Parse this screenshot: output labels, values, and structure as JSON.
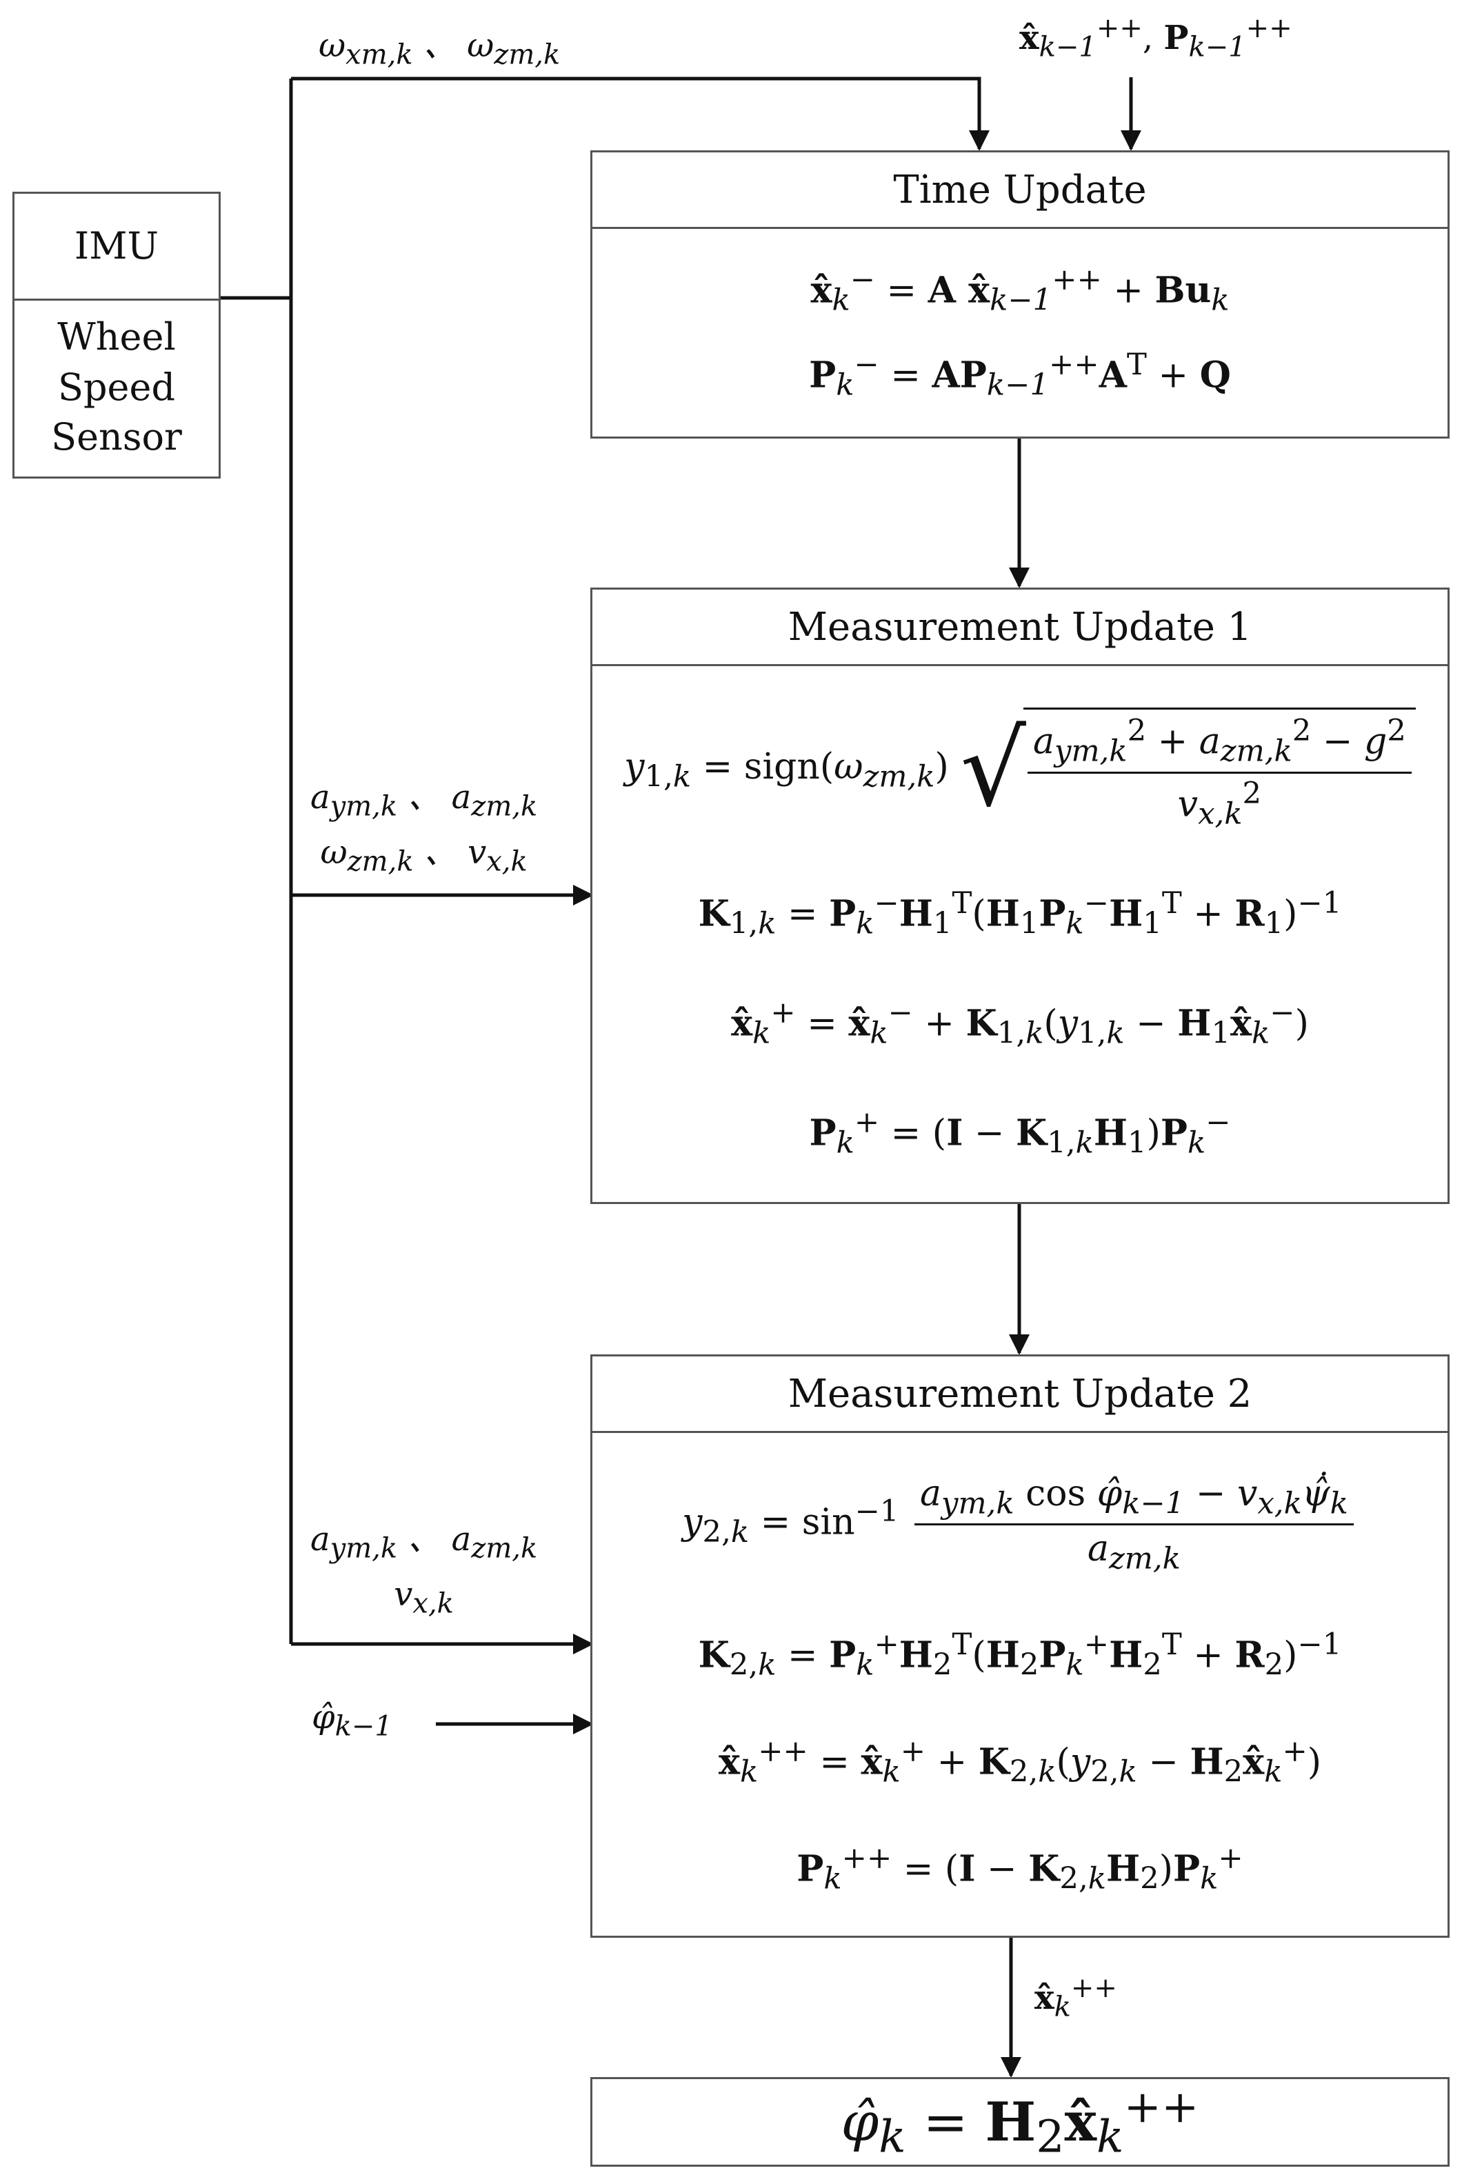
{
  "sensor_block": {
    "imu": "IMU",
    "wheel_speed_sensor": "Wheel\nSpeed\nSensor"
  },
  "inputs": {
    "time_update": "ωxm,k、ωzm,k",
    "prior": "x̂k−1++, Pk−1++",
    "measurement_1": "aym,k、azm,k ωzm,k、vx,k",
    "measurement_2": "aym,k、azm,k vx,k",
    "phi_prev": "φ̂k−1",
    "output": "x̂k++"
  },
  "blocks": [
    {
      "title": "Time Update",
      "equations": [
        "x̂k− = A x̂k−1++ + B uk",
        "Pk− = A Pk−1++ AT + Q"
      ]
    },
    {
      "title": "Measurement Update 1",
      "equations": [
        "y1,k = sign(ωzm,k) √((aym,k² + azm,k² − g²) / vx,k²)",
        "K1,k = Pk− H1T (H1 Pk− H1T + R1)−1",
        "x̂k+ = x̂k− + K1,k (y1,k − H1 x̂k−)",
        "Pk+ = (I − K1,k H1) Pk−"
      ]
    },
    {
      "title": "Measurement Update 2",
      "equations": [
        "y2,k = sin−1 ((aym,k cos φ̂k−1 − vx,k ψ̂̇k) / azm,k)",
        "K2,k = Pk+ H2T (H2 Pk+ H2T + R2)−1",
        "x̂k++ = x̂k+ + K2,k (y2,k − H2 x̂k+)",
        "Pk++ = (I − K2,k H2) Pk+"
      ]
    }
  ],
  "output_equation": "φ̂k = H2 x̂k++",
  "colors": {
    "line": "#111111",
    "box_border": "#555555",
    "background": "#ffffff"
  }
}
